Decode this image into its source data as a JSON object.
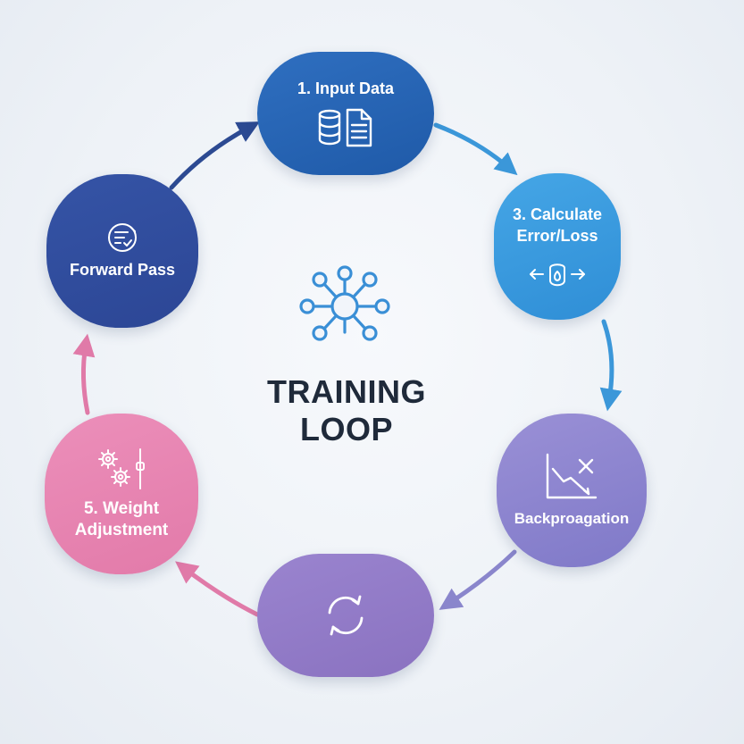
{
  "diagram": {
    "center": {
      "title_line1": "TRAINING",
      "title_line2": "LOOP",
      "icon": "network-node-icon"
    },
    "nodes": [
      {
        "id": "input",
        "label": "1. Input Data",
        "icon": "database-document-icon",
        "color": "#2563b2"
      },
      {
        "id": "calc",
        "label": "3. Calculate\nError/Loss",
        "icon": "loss-balance-icon",
        "color": "#3a9ae0"
      },
      {
        "id": "back",
        "label": "Backproagation",
        "icon": "descending-chart-x-icon",
        "color": "#8b84cf"
      },
      {
        "id": "update",
        "label": "",
        "icon": "refresh-cycle-icon",
        "color": "#9179c5"
      },
      {
        "id": "weight",
        "label": "5. Weight\nAdjustment",
        "icon": "gears-slider-icon",
        "color": "#e685b2"
      },
      {
        "id": "forward",
        "label": "Forward Pass",
        "icon": "checklist-icon",
        "color": "#304e9e"
      }
    ],
    "arrow_colors": {
      "input_to_calc": "#3b97d9",
      "calc_to_back": "#3b97d9",
      "back_to_update": "#8a86cc",
      "update_to_weight": "#e07aa8",
      "weight_to_forward": "#e07aa8",
      "forward_to_input": "#2c4a92"
    }
  }
}
